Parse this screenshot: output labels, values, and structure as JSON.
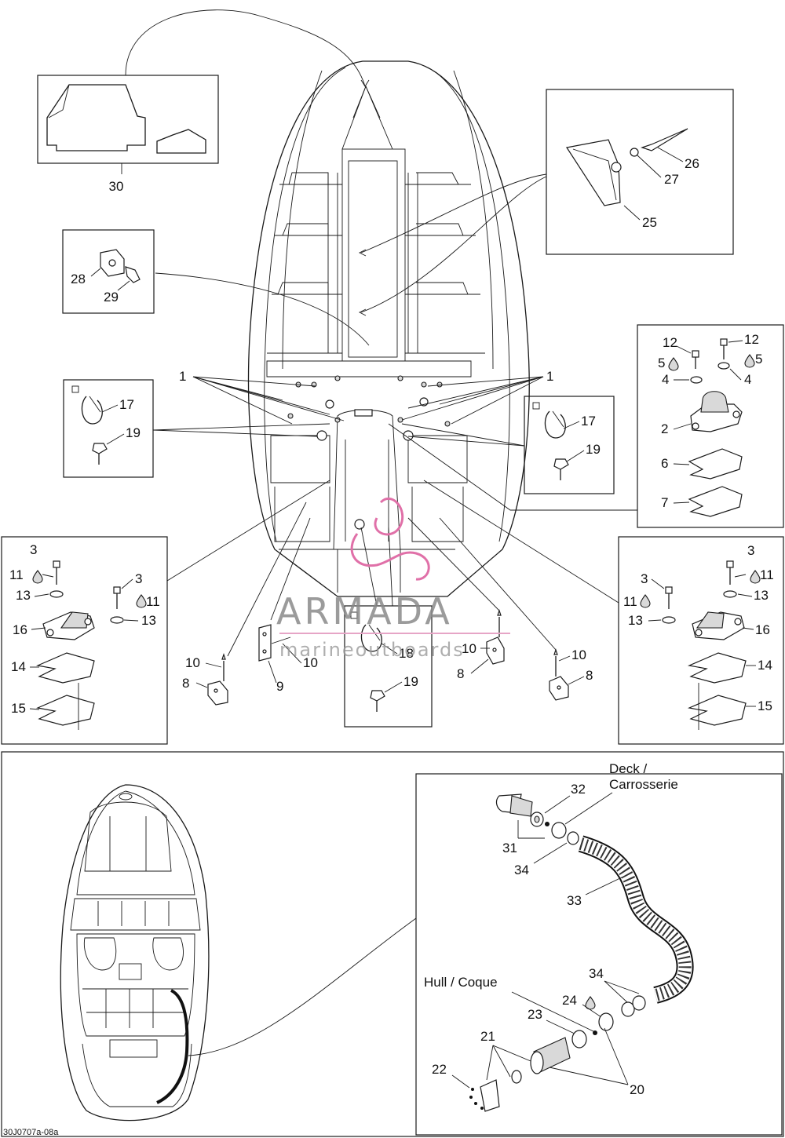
{
  "labels": {
    "1": "1",
    "2": "2",
    "3": "3",
    "4": "4",
    "5": "5",
    "6": "6",
    "7": "7",
    "8": "8",
    "9": "9",
    "10": "10",
    "11": "11",
    "12": "12",
    "13": "13",
    "14": "14",
    "15": "15",
    "16": "16",
    "17": "17",
    "18": "18",
    "19": "19",
    "20": "20",
    "21": "21",
    "22": "22",
    "23": "23",
    "24": "24",
    "25": "25",
    "26": "26",
    "27": "27",
    "28": "28",
    "29": "29",
    "30": "30",
    "31": "31",
    "32": "32",
    "33": "33",
    "34": "34"
  },
  "callouts": {
    "deck_line1": "Deck /",
    "deck_line2": "Carrosserie",
    "hull": "Hull / Coque"
  },
  "watermark": {
    "brand": "ARMADA",
    "tagline": "marineoutboards"
  },
  "figure_code": "30J0707a-08a",
  "icons": {
    "adhesive": "drop-icon",
    "box_marker": "square-marker-icon"
  }
}
